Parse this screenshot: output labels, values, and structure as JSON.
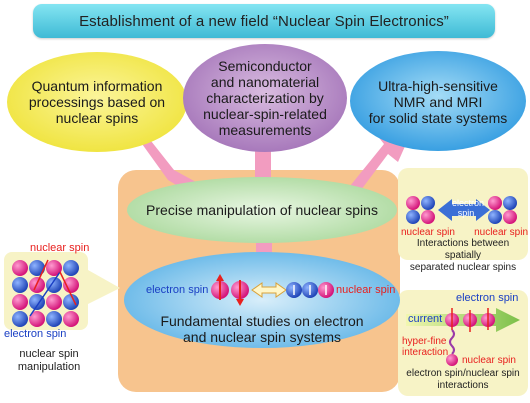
{
  "title": "Establishment of a new field “Nuclear Spin Electronics”",
  "goals": {
    "left": [
      "Quantum information",
      "processings based on",
      "nuclear spins"
    ],
    "center": [
      "Semiconductor",
      "and nanomaterial",
      "characterization by",
      "nuclear-spin-related",
      "measurements"
    ],
    "right": [
      "Ultra-high-sensitive",
      "NMR and MRI",
      "for solid state systems"
    ]
  },
  "manipulation_label": "Precise manipulation of nuclear spins",
  "fundamental_label": [
    "Fundamental studies on electron",
    "and nuclear spin systems"
  ],
  "center_electron_spin": "electron spin",
  "center_nuclear_spin": "nuclear spin",
  "left_panel": {
    "nuclear_spin": "nuclear spin",
    "electron_spin": "electron spin",
    "caption": [
      "nuclear spin",
      "manipulation"
    ]
  },
  "right_top_panel": {
    "nuclear_spin_left": "nuclear spin",
    "electron_spin": [
      "electron",
      "spin"
    ],
    "nuclear_spin_right": "nuclear spin",
    "caption": [
      "Interactions between spatially",
      "separated nuclear spins"
    ]
  },
  "right_bottom_panel": {
    "electron_spin": "electron spin",
    "current": "current",
    "hyperfine": [
      "hyper-fine",
      "interaction"
    ],
    "nuclear_spin": "nuclear spin",
    "caption": [
      "electron spin/nuclear spin",
      "interactions"
    ]
  },
  "colors": {
    "banner": "#48c1dc",
    "yellow_bubble": "#f6ec48",
    "purple_bubble": "#b07ec2",
    "blue_bubble": "#39a4e4",
    "orange_panel": "#f7c48e",
    "green_ellipse": "#c4e6b8",
    "blue_ellipse": "#76c2ec",
    "pink_arrow": "#f29cc0",
    "nuclear_spin": "#e02b89",
    "electron_spin_blue": "#2453c9"
  }
}
